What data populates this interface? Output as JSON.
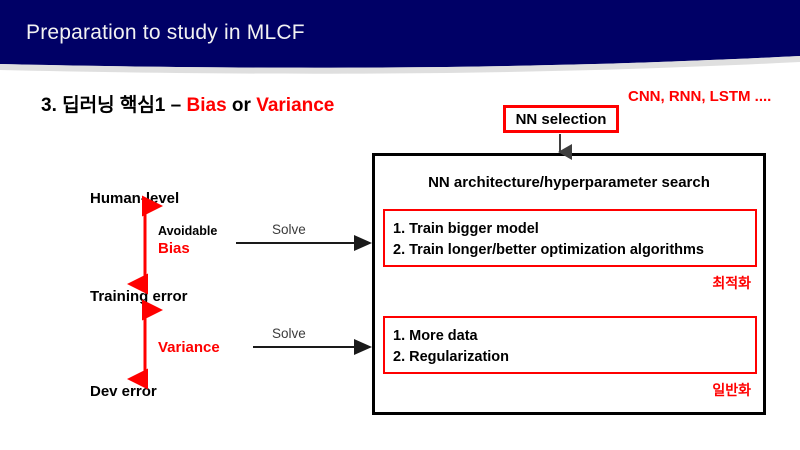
{
  "slide": {
    "banner": {
      "title": "Preparation to study in MLCF",
      "bg_color": "#000066",
      "text_color": "#f2f2f2"
    },
    "heading": {
      "prefix": "3. 딥러닝 핵심1 – ",
      "term_bias": "Bias",
      "conjunction": " or ",
      "term_variance": "Variance"
    },
    "nn_types_note": "CNN, RNN, LSTM ....",
    "nn_selection": {
      "label": "NN selection",
      "border_color": "#ff0000"
    },
    "search_box": {
      "title": "NN architecture/hyperparameter search",
      "border_color": "#000000",
      "optimization": {
        "items": [
          "1. Train bigger model",
          "2. Train longer/better optimization algorithms"
        ],
        "caption": "최적화",
        "border_color": "#ff0000",
        "caption_color": "#ff0000"
      },
      "regularization": {
        "items": [
          "1. More data",
          "2. Regularization"
        ],
        "caption": "일반화",
        "border_color": "#ff0000",
        "caption_color": "#ff0000"
      }
    },
    "levels": {
      "human_level": "Human-level",
      "training_error": "Training error",
      "dev_error": "Dev error"
    },
    "gaps": {
      "avoidable_word": "Avoidable",
      "bias_word": "Bias",
      "variance_word": "Variance",
      "arrow_color": "#ff0000"
    },
    "solve": {
      "label_top": "Solve",
      "label_bottom": "Solve",
      "arrow_color": "#000000"
    }
  }
}
